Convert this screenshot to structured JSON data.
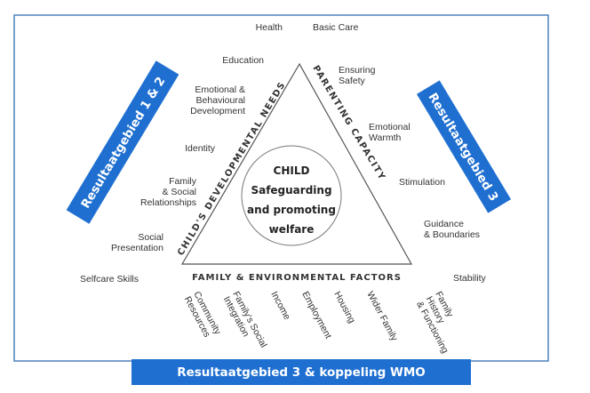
{
  "frame_color": "#4f81bd",
  "accent": "#1f6fd1",
  "center": [
    "CHILD",
    "Safeguarding",
    "and promoting",
    "welfare"
  ],
  "sides": {
    "left": "CHILD'S DEVELOPMENTAL NEEDS",
    "right": "PARENTING CAPACITY",
    "bottom": "FAMILY & ENVIRONMENTAL FACTORS"
  },
  "left_items": [
    "Health",
    "Education",
    [
      "Emotional &",
      "Behavioural",
      "Development"
    ],
    "Identity",
    [
      "Family",
      "& Social",
      "Relationships"
    ],
    [
      "Social",
      "Presentation"
    ],
    "Selfcare Skills"
  ],
  "right_items": [
    "Basic Care",
    [
      "Ensuring",
      "Safety"
    ],
    [
      "Emotional",
      "Warmth"
    ],
    "Stimulation",
    [
      "Guidance",
      "& Boundaries"
    ],
    "Stability"
  ],
  "bottom_items": [
    [
      "Community",
      "Resources"
    ],
    [
      "Family's Social",
      "Integration"
    ],
    [
      "Income"
    ],
    [
      "Employment"
    ],
    [
      "Housing"
    ],
    [
      "Wider Family"
    ],
    [
      "Family",
      "History",
      "& Functioning"
    ]
  ],
  "badges": {
    "left": "Resultaatgebied 1 & 2",
    "right": "Resultaatgebied 3",
    "bottom": "Resultaatgebied 3 & koppeling WMO"
  }
}
